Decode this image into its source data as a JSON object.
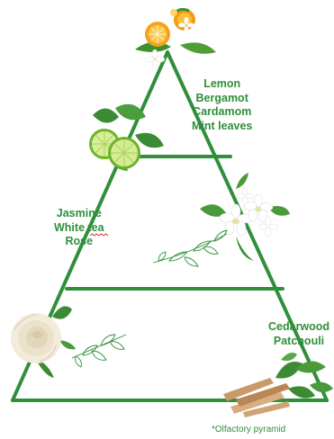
{
  "pyramid": {
    "top_notes": [
      "Lemon",
      "Bergamot",
      "Cardamom",
      "Mint leaves"
    ],
    "middle_notes": [
      "Jasmine",
      "White tea",
      "Rose"
    ],
    "base_notes": [
      "Cedarwood",
      "Patchouli"
    ]
  },
  "caption": "*Olfactory pyramid",
  "colors": {
    "outline": "#2f8f3a",
    "text": "#2f8f3a"
  },
  "illustrations": [
    "citrus-icon",
    "lime-mint-icon",
    "jasmine-flower-icon",
    "rose-icon",
    "cedarwood-patchouli-icon"
  ]
}
